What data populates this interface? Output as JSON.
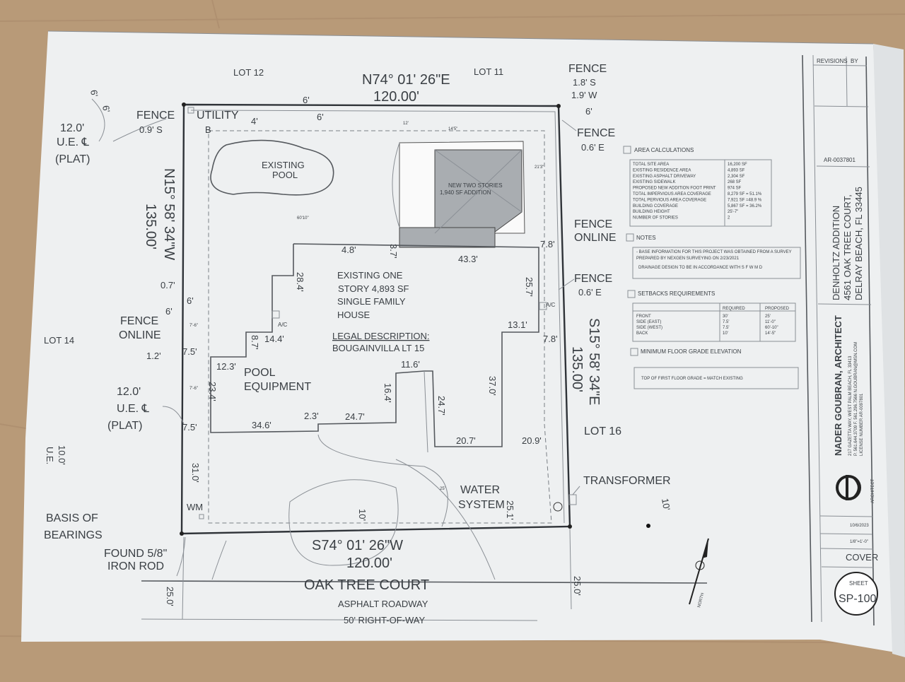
{
  "page": {
    "background_color": "#b89a78",
    "paper_color": "#f2f3f4"
  },
  "boundary": {
    "north_bearing": "N74° 01' 26\"E",
    "north_distance": "120.00'",
    "south_bearing": "S74° 01' 26\"W",
    "south_distance": "120.00'",
    "west_bearing": "N15° 58' 34\"W",
    "west_distance": "135.00'",
    "east_bearing": "S15° 58' 34\"E",
    "east_distance": "135.00'"
  },
  "lots": {
    "lot12": "LOT 12",
    "lot11": "LOT 11",
    "lot14": "LOT 14",
    "lot16": "LOT 16"
  },
  "labels": {
    "fence_ne": [
      "FENCE",
      "1.8' S",
      "1.9' W"
    ],
    "fence_nw": [
      "FENCE",
      "0.9' S"
    ],
    "utility": "UTILITY",
    "utility_b": "B",
    "ue_left": [
      "12.0'",
      "U.E. ℄",
      "(PLAT)"
    ],
    "ue_left2": [
      "12.0'",
      "U.E. ℄",
      "(PLAT)"
    ],
    "six_a": "6'",
    "six_b": "6'",
    "six_c": "6'",
    "six_d": "6'",
    "six_e": "6'",
    "four": "4'",
    "fence_e1": [
      "FENCE",
      "0.6' E"
    ],
    "fence_online_e": [
      "FENCE",
      "ONLINE"
    ],
    "fence_e2": [
      "FENCE",
      "0.6' E"
    ],
    "fence_online_w": [
      "FENCE",
      "ONLINE"
    ],
    "pool": [
      "EXISTING",
      "POOL"
    ],
    "addition": [
      "NEW TWO STORIES",
      "1,940 SF ADDITION"
    ],
    "house": [
      "EXISTING ONE",
      "STORY 4,893 SF",
      "SINGLE FAMILY",
      "HOUSE"
    ],
    "legal": [
      "LEGAL DESCRIPTION:",
      "BOUGAINVILLA LT 15"
    ],
    "pool_equipment": [
      "POOL",
      "EQUIPMENT"
    ],
    "water_system": [
      "WATER",
      "SYSTEM"
    ],
    "transformer": "TRANSFORMER",
    "basis": [
      "BASIS OF",
      "BEARINGS"
    ],
    "found_rod": [
      "FOUND 5/8\"",
      "IRON ROD"
    ],
    "wm": "WM",
    "ac1": "A/C",
    "ac2": "A/C",
    "road": [
      "OAK TREE COURT",
      "ASPHALT ROADWAY",
      "50' RIGHT-OF-WAY"
    ],
    "ue_bottom": [
      "10.0'",
      "U.E."
    ],
    "road_left": "25.0'",
    "road_right": "25.0'",
    "ten_a": "10'",
    "ten_b": "10'",
    "north": "NORTH"
  },
  "dims": {
    "d48": "4.8'",
    "d37": "3.7'",
    "d433": "43.3'",
    "d78a": "7.8'",
    "d284": "28.4'",
    "d257": "25.7'",
    "d07": "0.7'",
    "d6": "6'",
    "d131": "13.1'",
    "d78b": "7.8'",
    "d144": "14.4'",
    "d87": "8.7'",
    "d12": "1.2'",
    "d75a": "7.5'",
    "d123": "12.3'",
    "d116": "11.6'",
    "d234": "23.4'",
    "d164": "16.4'",
    "d370": "37.0'",
    "d247a": "24.7'",
    "d75b": "7.5'",
    "d346": "34.6'",
    "d23": "2.3'",
    "d247b": "24.7'",
    "d207": "20.7'",
    "d209": "20.9'",
    "d310": "31.0'",
    "d251": "25.1'",
    "d6010": "60'10\"",
    "d145": "14'5\"",
    "d12a": "12'",
    "d213": "21'3\"",
    "d76a": "7'-6\"",
    "d76b": "7'-6\"",
    "d25": "25'"
  },
  "area_calc": {
    "title": "AREA CALCULATIONS",
    "rows": [
      [
        "TOTAL SITE AREA",
        "16,200 SF"
      ],
      [
        "EXISTING RESIDENCE AREA",
        "4,893 SF"
      ],
      [
        "EXISTING ASPHALT DRIVEWAY",
        "2,304 SF"
      ],
      [
        "EXISTING SIDEWALK",
        "268 SF"
      ],
      [
        "PROPOSED NEW ADDITION FOOT PRINT",
        "974 SF"
      ],
      [
        "TOTAL IMPERVIOUS AREA COVERAGE",
        "8,279 SF = 51.1%"
      ],
      [
        "TOTAL PERVIOUS AREA COVERAGE",
        "7,921 SF =48.9 %"
      ],
      [
        "BUILDING COVERAGE",
        "5,867 SF = 36.2%"
      ],
      [
        "BUILDING HEIGHT",
        "25'-7\""
      ],
      [
        "NUMBER OF STORIES",
        "2"
      ]
    ]
  },
  "notes": {
    "title": "NOTES",
    "lines": [
      "- BASE INFORMATION FOR THIS PROJECT WAS OBTAINED FROM A SURVEY",
      "PREPARED BY NEXGEN SURVEYING ON 2/23/2021",
      "DRAINAGE DESIGN TO BE IN ACCORDANCE WITH S F W M D"
    ]
  },
  "setbacks": {
    "title": "SETBACKS REQUIREMENTS",
    "headers": [
      "",
      "REQUIRED",
      "PROPOSED"
    ],
    "rows": [
      [
        "FRONT",
        "30'",
        "25'"
      ],
      [
        "SIDE (EAST)",
        "7.5'",
        "11'-0\""
      ],
      [
        "SIDE (WEST)",
        "7.5'",
        "60'-10\""
      ],
      [
        "BACK",
        "10'",
        "14'-5\""
      ]
    ]
  },
  "floor_grade": {
    "title": "MINIMUM FLOOR GRADE ELEVATION",
    "text": "TOP OF FIRST FLOOR GRADE = MATCH EXISTING"
  },
  "title_block": {
    "revisions": "REVISIONS",
    "by": "BY",
    "license_top": "AR-0037801",
    "project": [
      "DENHOLTZ ADDITION",
      "4561 OAK TREE COURT,",
      "DELRAY BEACH, FL 33445"
    ],
    "architect": "NADER GOUBRAN, ARCHITECT",
    "addr": [
      "217 GAZETTA WAY, WEST PALM BEACH, FL 33413",
      "P. 561.644.3709  F. 561.296.7566  N.GOUBRAN@MSN.COM",
      "LICENSE NUMBER AR-0097801"
    ],
    "logo_text": "ARCHITECT",
    "date": "10/6/2023",
    "scale": "1/8\"=1'-0\"",
    "sheet_name": "COVER",
    "sheet_label": "SHEET",
    "sheet_number": "SP-100"
  }
}
